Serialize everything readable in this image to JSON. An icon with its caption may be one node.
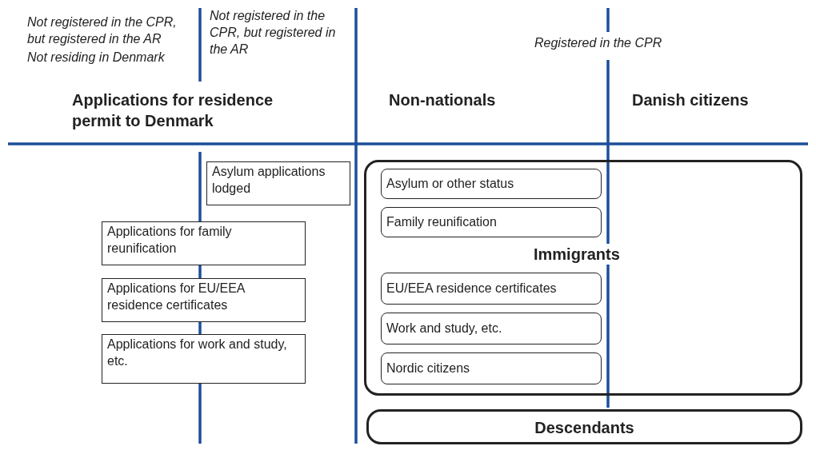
{
  "diagram": {
    "nodes": [
      {
        "text": [
          "Asylum applications lodged"
        ]
      },
      {
        "text": [
          "Applications for family reunification"
        ]
      },
      {
        "text": [
          "Applications for EU/EEA residence certificates"
        ]
      },
      {
        "text": [
          "Applications for work and study, etc."
        ]
      },
      {
        "text": [
          "Immigrants"
        ]
      },
      {
        "text": [
          "Asylum or other status"
        ],
        "in": 4
      },
      {
        "text": [
          "Family reunification"
        ],
        "in": 4
      },
      {
        "text": [
          "EU/EEA residence  certificates"
        ],
        "in": 4
      },
      {
        "text": [
          "Work and study, etc."
        ],
        "in": 4
      },
      {
        "text": [
          "Nordic citizens"
        ],
        "in": 4
      },
      {
        "text": [
          "Descendants"
        ]
      }
    ],
    "edges": [],
    "labels": [
      "Not registered in the CPR, but registered in the AR",
      "Not residing in Denmark",
      "Not registered in the CPR, but registered in the AR",
      "Registered in the CPR",
      "Applications for residence permit to Denmark",
      "Non-nationals",
      "Danish citizens"
    ]
  }
}
